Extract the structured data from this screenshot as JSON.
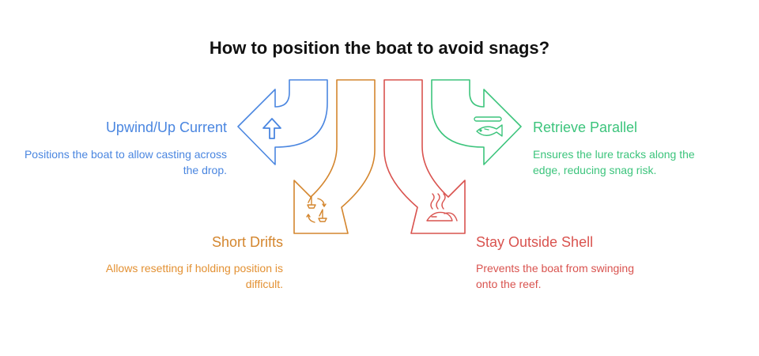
{
  "title": "How to position the boat to avoid snags?",
  "colors": {
    "blue": "#4A86E0",
    "orange": "#D4862E",
    "red": "#D9534F",
    "green": "#3CC47C"
  },
  "items": [
    {
      "label": "Upwind/Up Current",
      "description": "Positions the boat to allow casting across the drop.",
      "icon": "arrow-up-icon",
      "color": "#4A86E0"
    },
    {
      "label": "Short Drifts",
      "description": "Allows resetting if holding position is difficult.",
      "icon": "boats-cycle-icon",
      "color": "#D4862E"
    },
    {
      "label": "Stay Outside Shell",
      "description": "Prevents the boat from swinging onto the reef.",
      "icon": "reef-shell-icon",
      "color": "#D9534F"
    },
    {
      "label": "Retrieve Parallel",
      "description": "Ensures the lure tracks along the edge, reducing snag risk.",
      "icon": "fish-lure-icon",
      "color": "#3CC47C"
    }
  ]
}
